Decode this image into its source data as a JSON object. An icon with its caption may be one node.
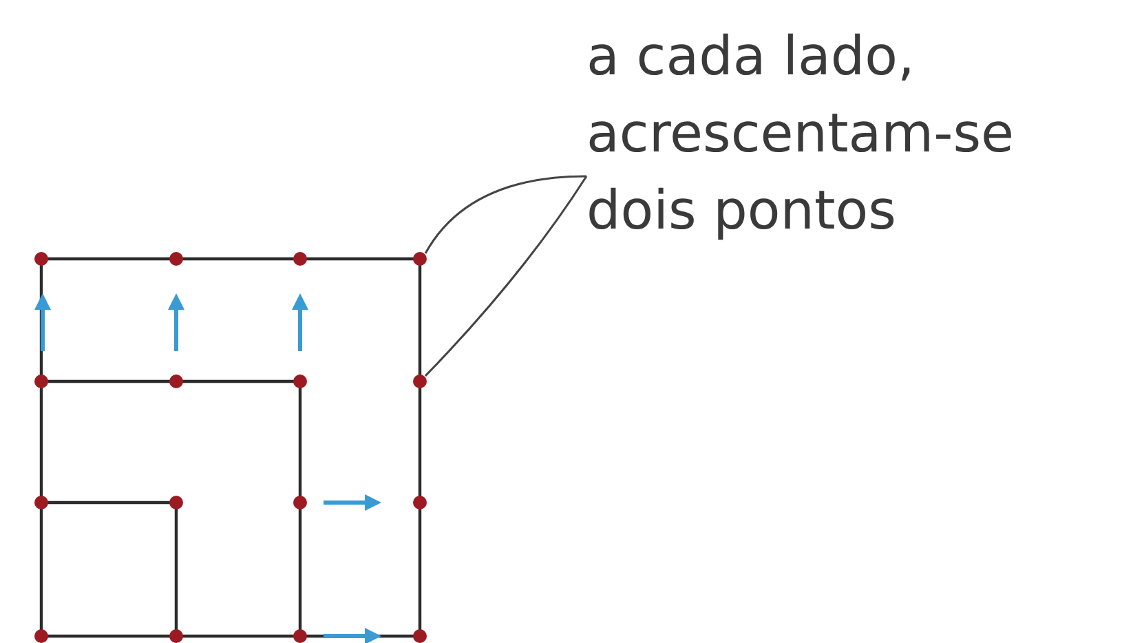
{
  "diagram": {
    "nodes": [
      {
        "text": [
          "a cada lado, acrescentam-se dois pontos"
        ]
      },
      {
        "text": [],
        "shape": "circle"
      },
      {
        "text": [],
        "shape": "circle"
      }
    ],
    "edges": [
      {
        "from": 0,
        "to": 1,
        "arrow": "none"
      },
      {
        "from": 0,
        "to": 2,
        "arrow": "none"
      }
    ]
  }
}
